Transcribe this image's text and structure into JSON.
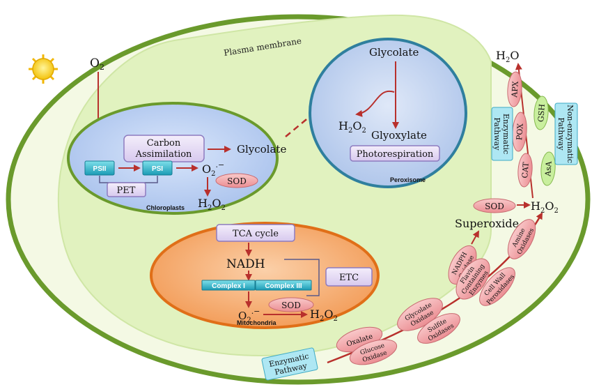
{
  "cell": {
    "plasma_membrane_label": "Plasma membrane"
  },
  "oxygen": {
    "label": "O",
    "sub": "2"
  },
  "chloroplast": {
    "label": "Chloroplasts",
    "carbon_line1": "Carbon",
    "carbon_line2": "Assimilation",
    "glycolate": "Glycolate",
    "psii": "PSII",
    "psi": "PSI",
    "pet": "PET",
    "superoxide_main": "O",
    "superoxide_sub": "2",
    "superoxide_sup": ".−",
    "sod": "SOD",
    "h2o2_main": "H",
    "h2o2_sub1": "2",
    "h2o2_mid": "O",
    "h2o2_sub2": "2"
  },
  "peroxisome": {
    "label": "Peroxisome",
    "glycolate": "Glycolate",
    "glyoxylate": "Glyoxylate",
    "photorespiration": "Photorespiration",
    "h2o2_main": "H",
    "h2o2_sub1": "2",
    "h2o2_mid": "O",
    "h2o2_sub2": "2"
  },
  "mitochondria": {
    "label": "Mitochondria",
    "tca": "TCA cycle",
    "nadh": "NADH",
    "complex1": "Complex I",
    "complex3": "Complex III",
    "etc": "ETC",
    "sod": "SOD",
    "superoxide_main": "O",
    "superoxide_sub": "2",
    "superoxide_sup": ".−",
    "h2o2_main": "H",
    "h2o2_sub1": "2",
    "h2o2_mid": "O",
    "h2o2_sub2": "2"
  },
  "antioxidant": {
    "h2o_main": "H",
    "h2o_sub": "2",
    "h2o_end": "O",
    "apx": "APX",
    "pox": "POX",
    "cat": "CAT",
    "gsh": "GSH",
    "asa": "AsA",
    "enzymatic_line1": "Enzymatic",
    "enzymatic_line2": "Pathway",
    "nonenzymatic_line1": "Non-enzymatic",
    "nonenzymatic_line2": "Pathway",
    "h2o2_main": "H",
    "h2o2_sub1": "2",
    "h2o2_mid": "O",
    "h2o2_sub2": "2",
    "sod": "SOD",
    "superoxide": "Superoxide"
  },
  "enzymes": {
    "amine_line1": "Amine",
    "amine_line2": "Oxidases",
    "nadph_line1": "NADPH",
    "nadph_line2": "Oxidase",
    "flavin_line1": "Flavin",
    "flavin_line2": "Containing",
    "flavin_line3": "Enzymes",
    "cellwall_line1": "Cell Wall",
    "cellwall_line2": "Peroxidases",
    "glycolate_line1": "Glycolate",
    "glycolate_line2": "Oxidase",
    "sulfite_line1": "Sulfite",
    "sulfite_line2": "Oxidases",
    "oxalate": "Oxalate",
    "glucose_line1": "Glucose",
    "glucose_line2": "Oxidase",
    "enzymatic_line1": "Enzymatic",
    "enzymatic_line2": "Pathway"
  },
  "colors": {
    "cell_border": "#6a9a2c",
    "cytoplasm": "#f3f9df",
    "inner_region": "#e2f2c0",
    "chloroplast_fill": "#b9cff1",
    "peroxisome_fill": "#c2d3ef",
    "peroxisome_border": "#2f7f9e",
    "mito_fill": "#f7b27a",
    "mito_border": "#e06f18",
    "arrow": "#b8302c",
    "enzyme_pink": "#f2a8ab",
    "purple_box": "#e6ddf5",
    "cyan_box": "#aee7f3",
    "green_pill": "#c9ef9e"
  }
}
